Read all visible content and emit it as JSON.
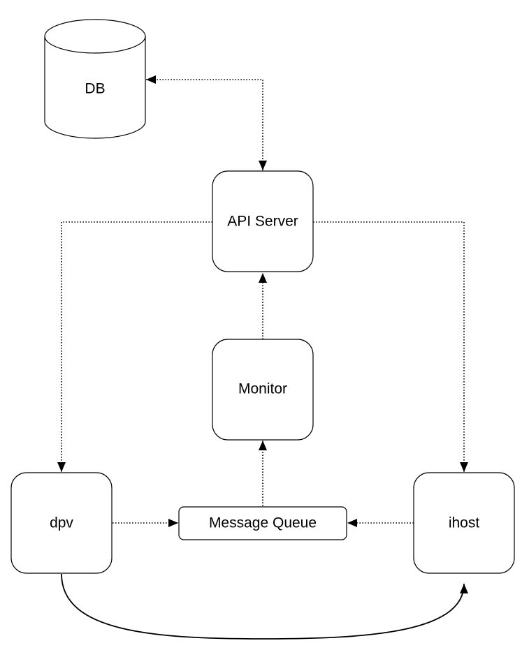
{
  "nodes": {
    "db": {
      "label": "DB"
    },
    "api_server": {
      "label": "API Server"
    },
    "monitor": {
      "label": "Monitor"
    },
    "dpv": {
      "label": "dpv"
    },
    "message_queue": {
      "label": "Message Queue"
    },
    "ihost": {
      "label": "ihost"
    }
  },
  "edges": [
    {
      "from": "api_server",
      "to": "db",
      "style": "dotted",
      "direction": "both"
    },
    {
      "from": "api_server",
      "to": "dpv",
      "style": "dotted",
      "direction": "forward"
    },
    {
      "from": "api_server",
      "to": "ihost",
      "style": "dotted",
      "direction": "forward"
    },
    {
      "from": "monitor",
      "to": "api_server",
      "style": "dotted",
      "direction": "forward"
    },
    {
      "from": "message_queue",
      "to": "monitor",
      "style": "dotted",
      "direction": "forward"
    },
    {
      "from": "dpv",
      "to": "message_queue",
      "style": "dotted",
      "direction": "forward"
    },
    {
      "from": "ihost",
      "to": "message_queue",
      "style": "dotted",
      "direction": "forward"
    },
    {
      "from": "dpv",
      "to": "ihost",
      "style": "solid",
      "direction": "forward"
    }
  ]
}
